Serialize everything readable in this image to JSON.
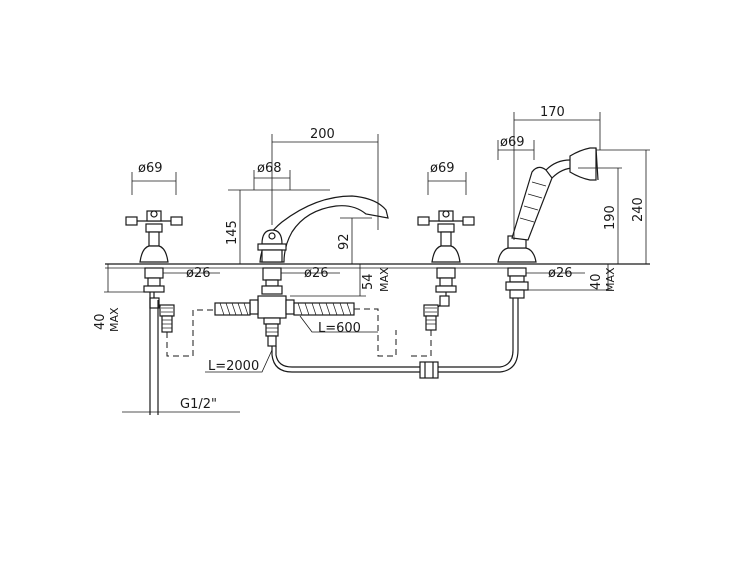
{
  "dimensions": {
    "d69_left": "ø69",
    "d68": "ø68",
    "w200": "200",
    "d69_mid": "ø69",
    "w170": "170",
    "d69_right": "ø69",
    "h145": "145",
    "h92": "92",
    "h190": "190",
    "h240": "240",
    "d26_left": "ø26",
    "d26_mid": "ø26",
    "d26_right": "ø26",
    "h54": "54",
    "max_54": "MAX",
    "h40_left": "40",
    "max_40_left": "MAX",
    "h40_right": "40",
    "max_40_right": "MAX",
    "l600": "L=600",
    "l2000": "L=2000",
    "thread": "G1/2\""
  }
}
